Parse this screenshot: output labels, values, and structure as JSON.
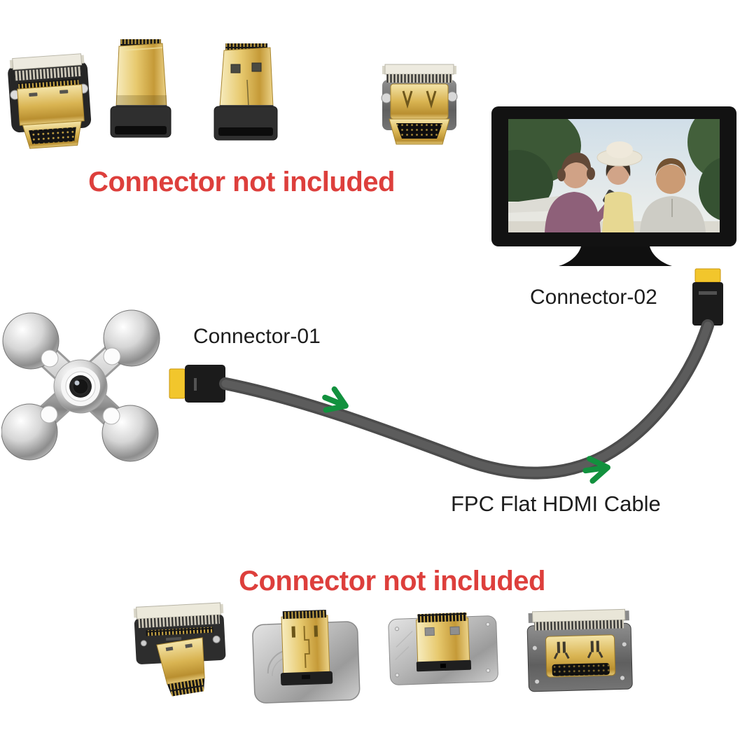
{
  "notices": {
    "top": "Connector not included",
    "bottom": "Connector not included"
  },
  "labels": {
    "connector_01": "Connector-01",
    "connector_02": "Connector-02",
    "cable": "FPC Flat HDMI Cable"
  },
  "colors": {
    "background": "#ffffff",
    "notice_red": "#dd3f3c",
    "label_black": "#1d1d1d",
    "cable_gray": "#4c4c4c",
    "cable_highlight": "#5e5e5e",
    "arrow_green": "#12913e",
    "connector_gold": "#dcb658",
    "plug_tip_yellow": "#f2c62c",
    "plug_body_black": "#1b1b1b",
    "tv_frame_black": "#121212",
    "drone_silver": "#c9c9c9"
  },
  "graphics": {
    "top_row_connectors": [
      {
        "name": "hdmi-right-angle-plug-photo"
      },
      {
        "name": "hdmi-straight-plug-front-photo"
      },
      {
        "name": "hdmi-straight-plug-back-photo"
      },
      {
        "name": "hdmi-female-socket-photo"
      }
    ],
    "scene": [
      {
        "name": "tv-with-family-photo"
      },
      {
        "name": "drone-quadcopter-top-view"
      },
      {
        "name": "fpc-flat-hdmi-cable-curve"
      },
      {
        "name": "flow-arrow-green",
        "count": 2
      },
      {
        "name": "connector-01-mini-plug"
      },
      {
        "name": "connector-02-mini-plug"
      }
    ],
    "bottom_row_connectors": [
      {
        "name": "mini-hdmi-right-angle-plug-on-pcb-photo"
      },
      {
        "name": "mini-hdmi-plug-on-plate-front-photo"
      },
      {
        "name": "mini-hdmi-plug-on-plate-back-photo"
      },
      {
        "name": "mini-hdmi-female-socket-on-plate-photo"
      }
    ]
  }
}
